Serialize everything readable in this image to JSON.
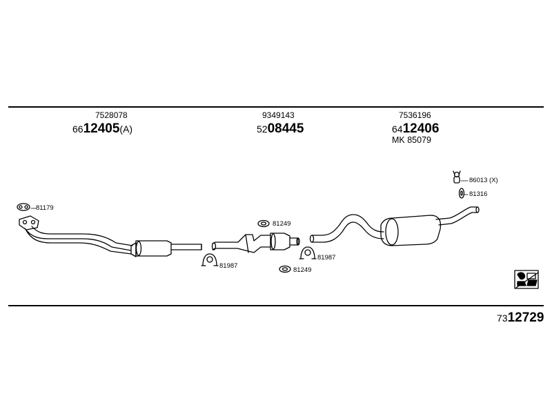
{
  "header": {
    "groups": [
      {
        "ref": "7528078",
        "prefix": "66",
        "code": "12405",
        "suffix": "(A)"
      },
      {
        "ref": "9349143",
        "prefix": "52",
        "code": "08445",
        "suffix": ""
      },
      {
        "ref": "7536196",
        "prefix": "64",
        "code": "12406",
        "suffix": "",
        "extra": "MK  85079"
      }
    ]
  },
  "callouts": {
    "gasket_front": "81179",
    "clamp_front": "81987",
    "ring_upper": "81249",
    "ring_lower": "81249",
    "clamp_mid": "81987",
    "rubber_hanger": "86013 (X)",
    "hanger_bracket": "81316"
  },
  "footer": {
    "prefix": "73",
    "code": "12729"
  },
  "colors": {
    "line": "#000000",
    "background": "#ffffff"
  }
}
